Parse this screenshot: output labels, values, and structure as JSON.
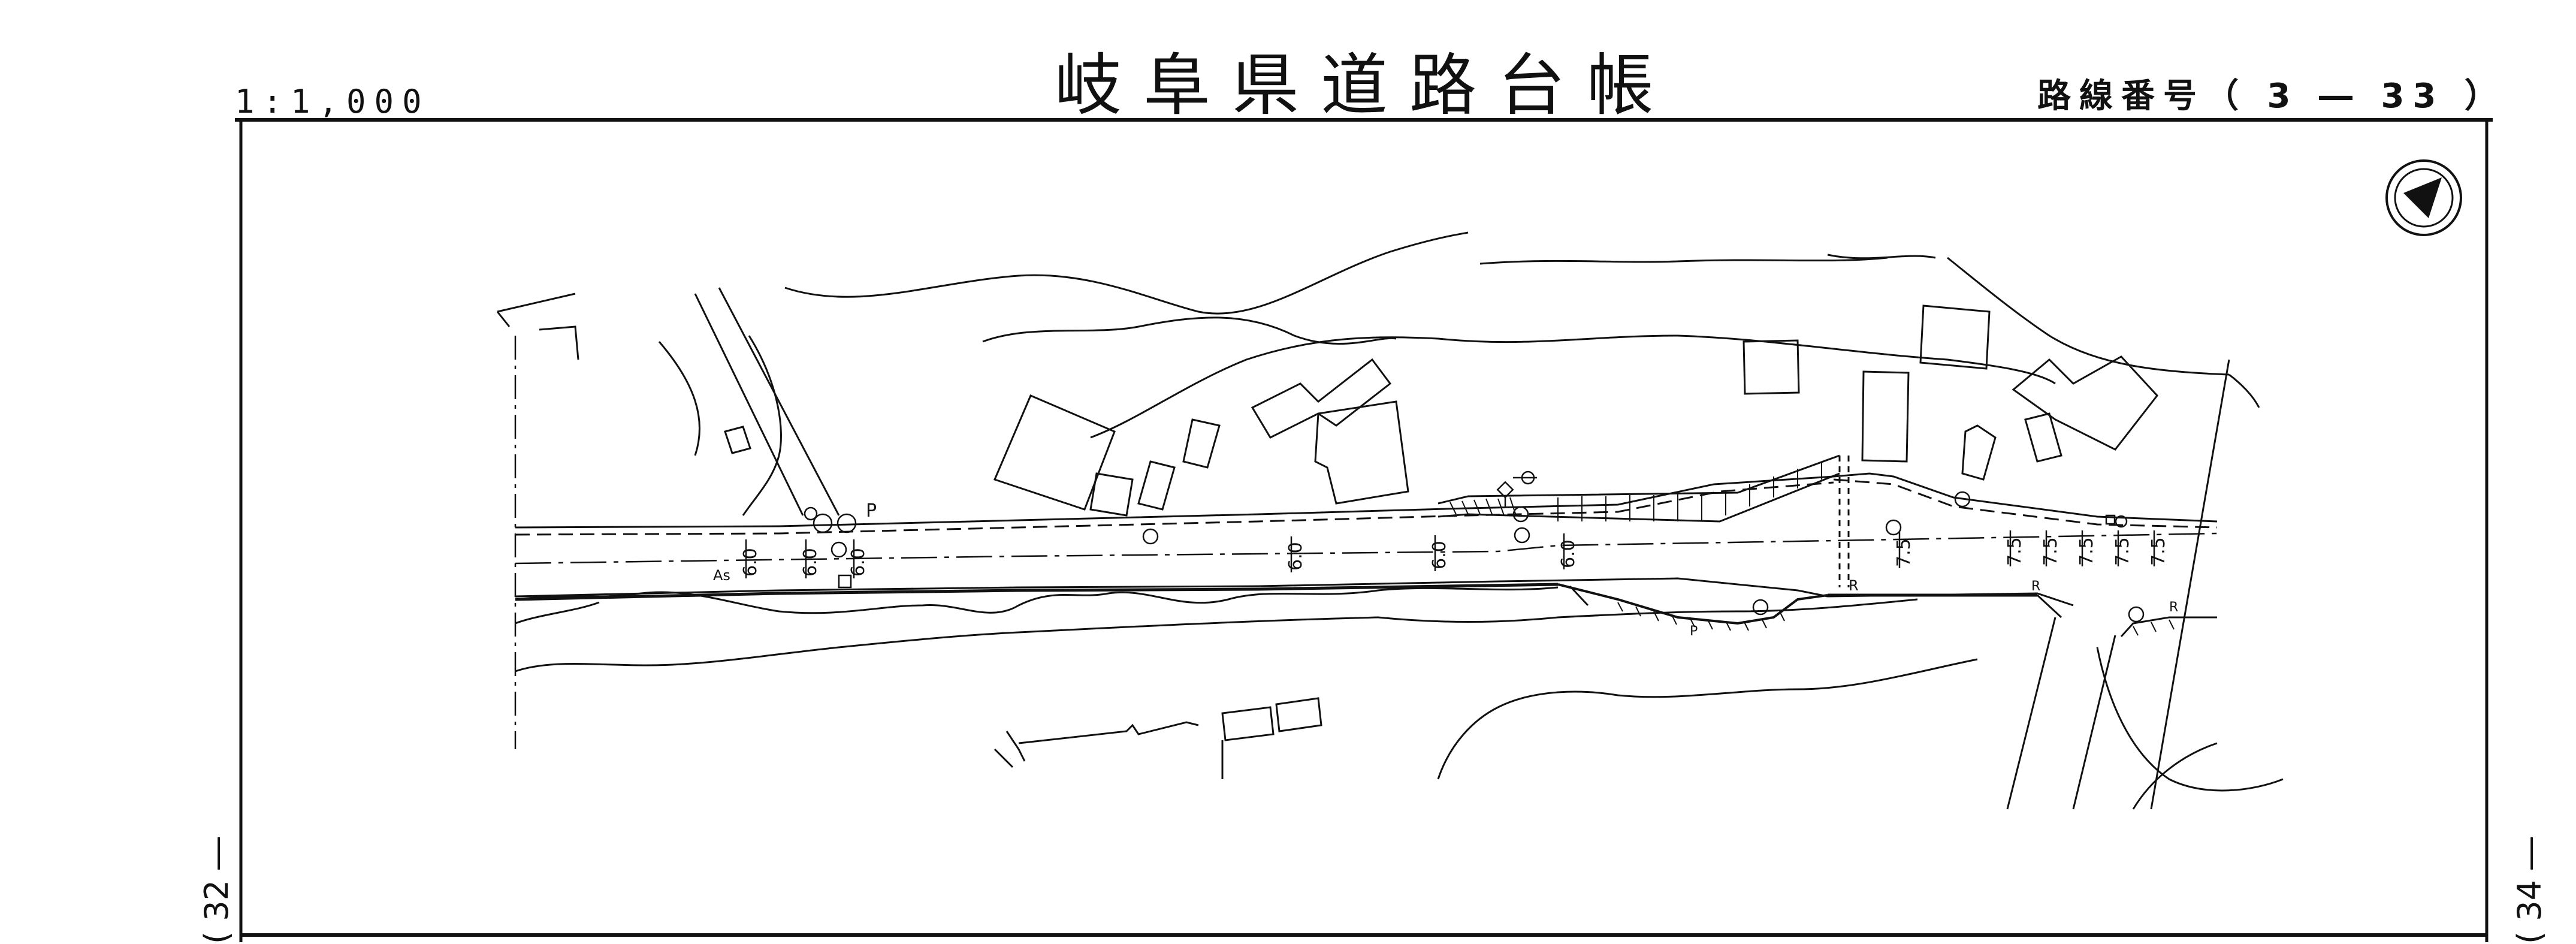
{
  "header": {
    "scale": "1:1,000",
    "title": "岐阜県道路台帳",
    "route": "路線番号（ 3 ― 33 ）"
  },
  "adjacent": {
    "left": "( 32 ―",
    "right": "( 34 ―"
  },
  "map": {
    "widths": [
      "6.0",
      "6.0",
      "6.0",
      "6.0",
      "6.0",
      "6.0",
      "7.5",
      "7.5",
      "7.5",
      "7.5",
      "7.5",
      "7.5"
    ],
    "surface_label": "As",
    "symbol_letters": {
      "p": "P",
      "r": "R"
    },
    "compass": "north-arrow"
  }
}
